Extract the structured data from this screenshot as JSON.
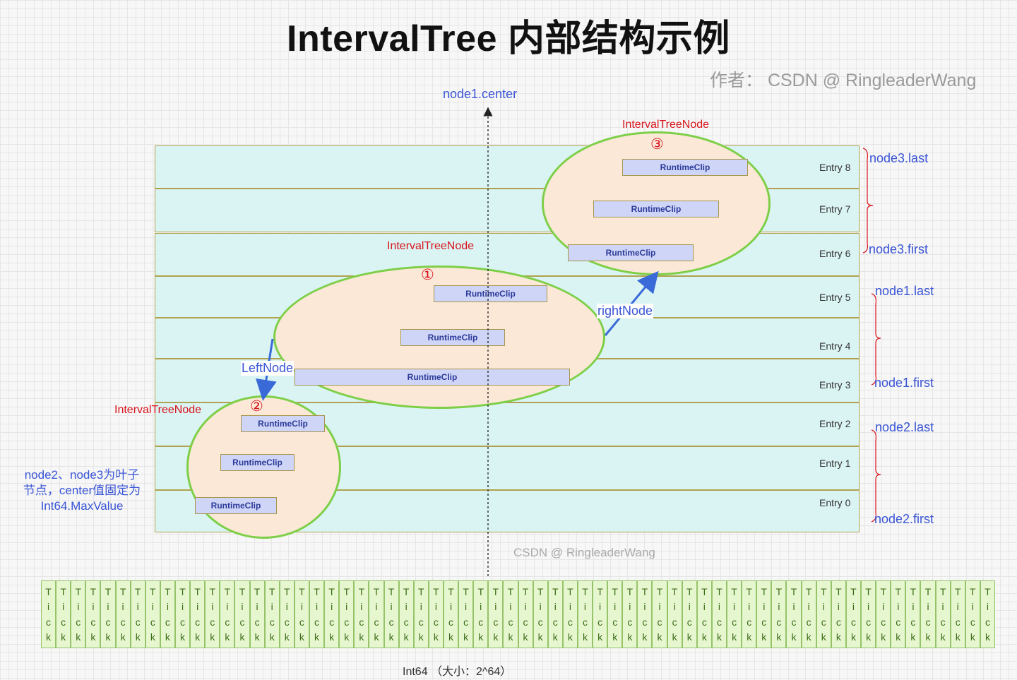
{
  "title": "IntervalTree 内部结构示例",
  "author": "作者：  CSDN @ RingleaderWang",
  "watermark": "CSDN @ RingleaderWang",
  "center_label": "node1.center",
  "node_label": "IntervalTreeNode",
  "clip_label": "RuntimeClip",
  "left_label": "LeftNode",
  "right_label": "rightNode",
  "badges": {
    "n1": "①",
    "n2": "②",
    "n3": "③"
  },
  "entries": [
    "Entry 8",
    "Entry 7",
    "Entry 6",
    "Entry 5",
    "Entry 4",
    "Entry 3",
    "Entry 2",
    "Entry 1",
    "Entry 0"
  ],
  "braces": {
    "node3_last": "node3.last",
    "node3_first": "node3.first",
    "node1_last": "node1.last",
    "node1_first": "node1.first",
    "node2_last": "node2.last",
    "node2_first": "node2.first"
  },
  "note": "node2、node3为叶子节点，center值固定为Int64.MaxValue",
  "tick_chars": [
    "T",
    "i",
    "c",
    "k"
  ],
  "tick_count": 64,
  "footer": "Int64 （大小：2^64）",
  "colors": {
    "title": "#111111",
    "blue_text": "#3a55d6",
    "red_text": "#d8141c",
    "ellipse_border": "#7ecf48",
    "ellipse_fill": "#fbe8d7",
    "row_fill": "#daf3f3",
    "clip_fill": "#cfd5f7",
    "tick_fill": "#e6f7d0"
  }
}
